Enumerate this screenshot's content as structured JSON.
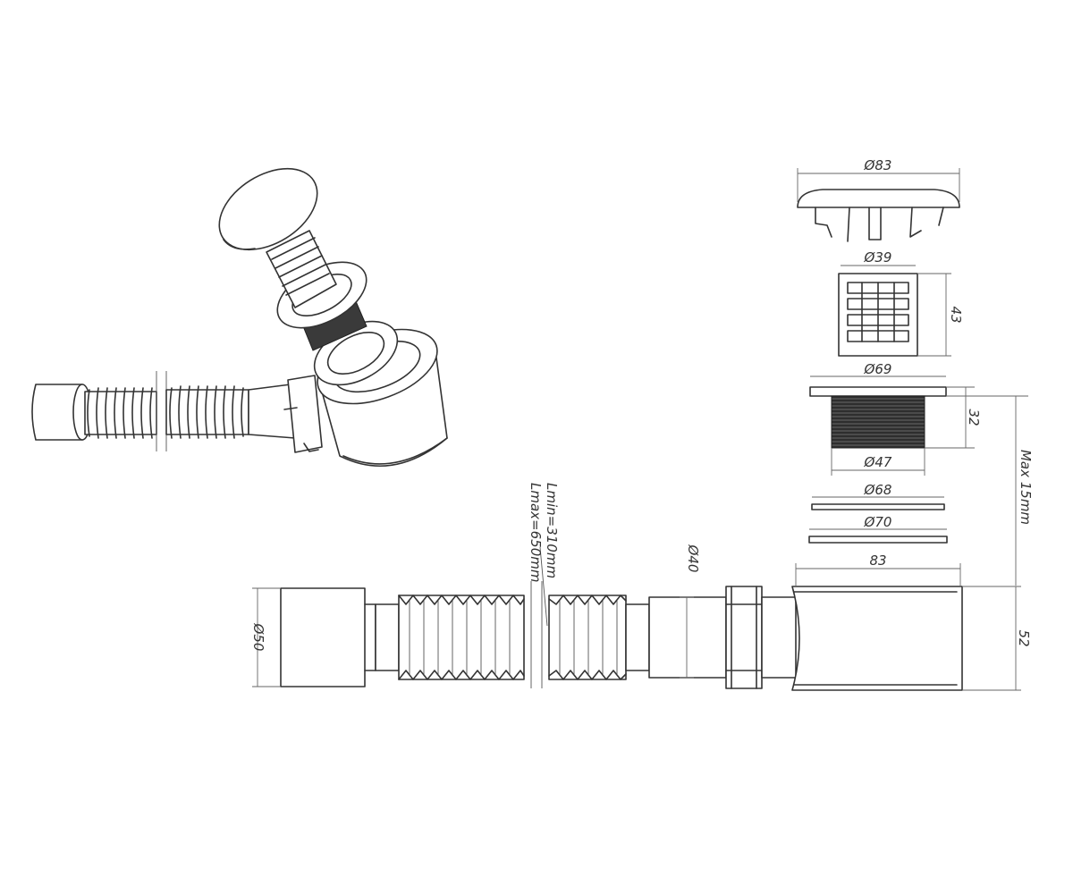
{
  "dimensions": {
    "cap_diameter": "Ø83",
    "strainer_diameter": "Ø39",
    "strainer_height": "43",
    "flange_diameter": "Ø69",
    "flange_height": "32",
    "thread_diameter": "Ø47",
    "gasket_upper_diameter": "Ø68",
    "gasket_lower_diameter": "Ø70",
    "max_thickness": "Max 15mm",
    "body_width": "83",
    "body_height": "52",
    "outlet_diameter": "Ø40",
    "hose_end_diameter": "Ø50",
    "hose_length_min": "Lmin=310mm",
    "hose_length_max": "Lmax=650mm"
  },
  "colors": {
    "line": "#333333",
    "thread_fill": "#3a3a3a",
    "background": "#ffffff"
  }
}
